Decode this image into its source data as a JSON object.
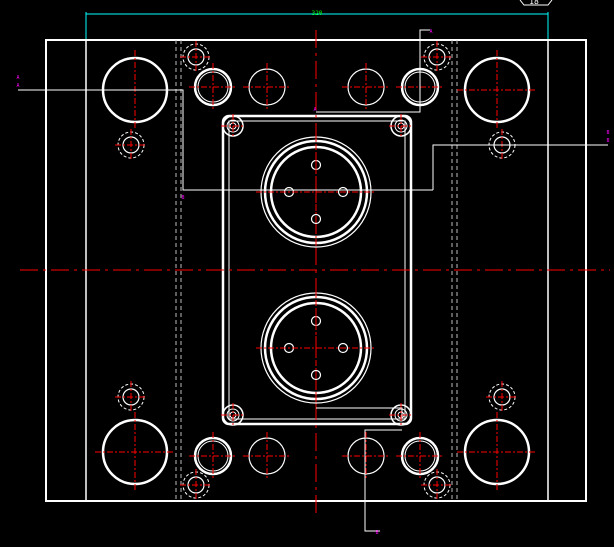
{
  "drawing": {
    "top_dimension_label": "320",
    "corner_note_label": "18",
    "leader_marker_labels": [
      "A",
      "A",
      "B",
      "B",
      "A",
      "A",
      "B",
      "B"
    ]
  },
  "colors": {
    "background": "#000000",
    "outline": "#ffffff",
    "centerline": "#ff0000",
    "dimension": "#00ffff",
    "marker": "#ff00ff",
    "hidden_edge": "#bbbbbb"
  }
}
